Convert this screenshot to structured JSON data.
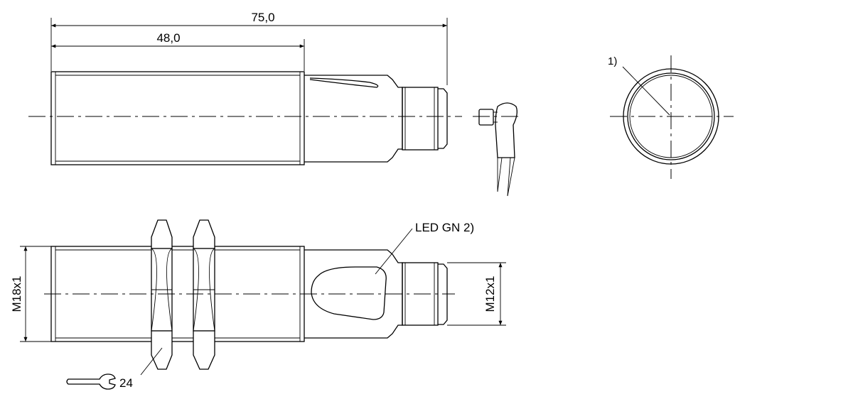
{
  "dimensions": {
    "total_length": "75,0",
    "thread_length": "48,0",
    "housing_thread": "M18x1",
    "connector_thread": "M12x1",
    "wrench_size": "24"
  },
  "annotations": {
    "led_label": "LED GN 2)",
    "note_1": "1)"
  },
  "colors": {
    "line": "#000000",
    "background": "#ffffff"
  }
}
